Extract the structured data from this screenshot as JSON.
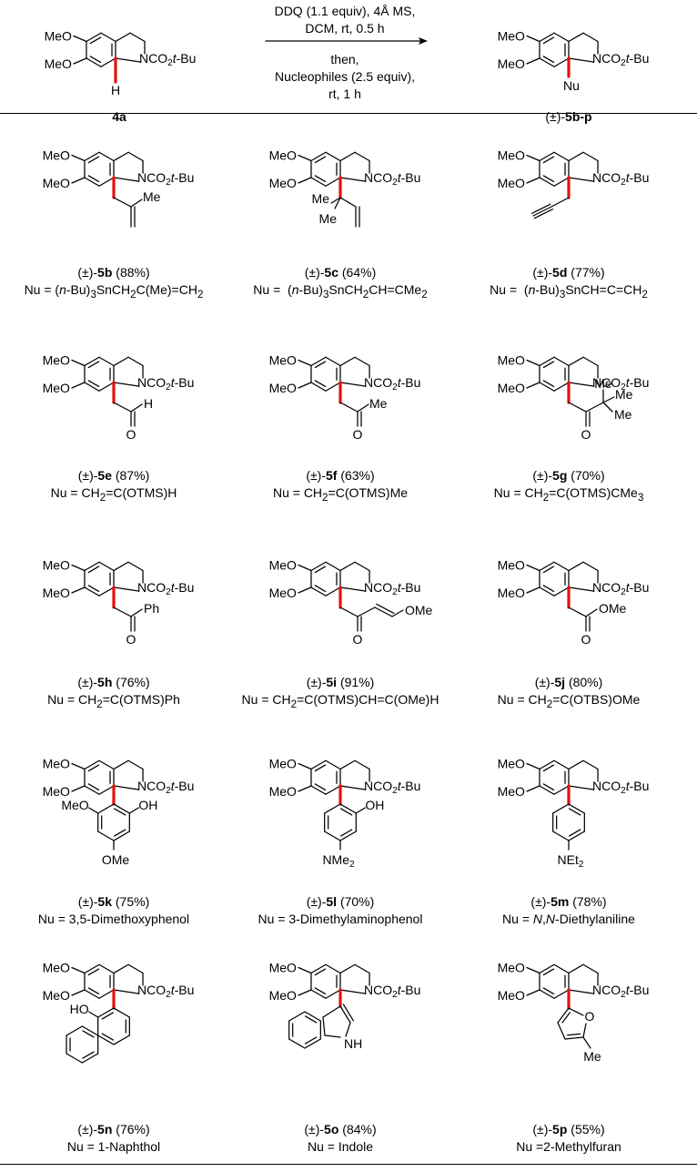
{
  "scheme": {
    "conditions_top": [
      "DDQ (1.1 equiv), 4Å MS,",
      "DCM, rt, 0.5 h"
    ],
    "conditions_bottom": [
      "then,",
      "Nucleophiles (2.5 equiv),",
      "rt, 1 h"
    ],
    "sm_label": "4a",
    "sm_h": "H",
    "prod_label_prefix": "(±)-",
    "prod_label_bold": "5b-p",
    "prod_nu": "Nu"
  },
  "atoms": {
    "ome": "MeO",
    "nco": "NCO",
    "two": "2",
    "tbu_t": "t",
    "tbu_rest": "-Bu",
    "me": "Me",
    "h": "H",
    "ph": "Ph",
    "ome_r": "OMe",
    "oh": "OH",
    "ho": "HO",
    "o": "O",
    "nh": "NH",
    "nme2": "NMe",
    "net2": "NEt"
  },
  "compounds": [
    {
      "id": "5b",
      "prefix": "(±)-",
      "yield": " (88%)",
      "nu_html": "Nu = (<i>n</i>-Bu)<sub>3</sub>SnCH<sub>2</sub>C(Me)=CH<sub>2</sub>"
    },
    {
      "id": "5c",
      "prefix": "(±)-",
      "yield": " (64%)",
      "nu_html": "Nu =&nbsp; (<i>n</i>-Bu)<sub>3</sub>SnCH<sub>2</sub>CH=CMe<sub>2</sub>"
    },
    {
      "id": "5d",
      "prefix": "(±)-",
      "yield": " (77%)",
      "nu_html": "Nu =&nbsp; (<i>n</i>-Bu)<sub>3</sub>SnCH=C=CH<sub>2</sub>"
    },
    {
      "id": "5e",
      "prefix": "(±)-",
      "yield": " (87%)",
      "nu_html": "Nu = CH<sub>2</sub>=C(OTMS)H"
    },
    {
      "id": "5f",
      "prefix": "(±)-",
      "yield": " (63%)",
      "nu_html": "Nu = CH<sub>2</sub>=C(OTMS)Me"
    },
    {
      "id": "5g",
      "prefix": "(±)-",
      "yield": " (70%)",
      "nu_html": "Nu = CH<sub>2</sub>=C(OTMS)CMe<sub>3</sub>"
    },
    {
      "id": "5h",
      "prefix": "(±)-",
      "yield": " (76%)",
      "nu_html": "Nu = CH<sub>2</sub>=C(OTMS)Ph"
    },
    {
      "id": "5i",
      "prefix": "(±)-",
      "yield": " (91%)",
      "nu_html": "Nu = CH<sub>2</sub>=C(OTMS)CH=C(OMe)H"
    },
    {
      "id": "5j",
      "prefix": "(±)-",
      "yield": " (80%)",
      "nu_html": "Nu = CH<sub>2</sub>=C(OTBS)OMe"
    },
    {
      "id": "5k",
      "prefix": "(±)-",
      "yield": " (75%)",
      "nu_html": "Nu = 3,5-Dimethoxyphenol"
    },
    {
      "id": "5l",
      "prefix": "(±)-",
      "yield": " (70%)",
      "nu_html": "Nu = 3-Dimethylaminophenol"
    },
    {
      "id": "5m",
      "prefix": "(±)-",
      "yield": " (78%)",
      "nu_html": "Nu = <i>N</i>,<i>N</i>-Diethylaniline"
    },
    {
      "id": "5n",
      "prefix": "(±)-",
      "yield": " (76%)",
      "nu_html": "Nu = 1-Naphthol"
    },
    {
      "id": "5o",
      "prefix": "(±)-",
      "yield": " (84%)",
      "nu_html": "Nu = Indole"
    },
    {
      "id": "5p",
      "prefix": "(±)-",
      "yield": " (55%)",
      "nu_html": "Nu =2-Methylfuran"
    }
  ]
}
